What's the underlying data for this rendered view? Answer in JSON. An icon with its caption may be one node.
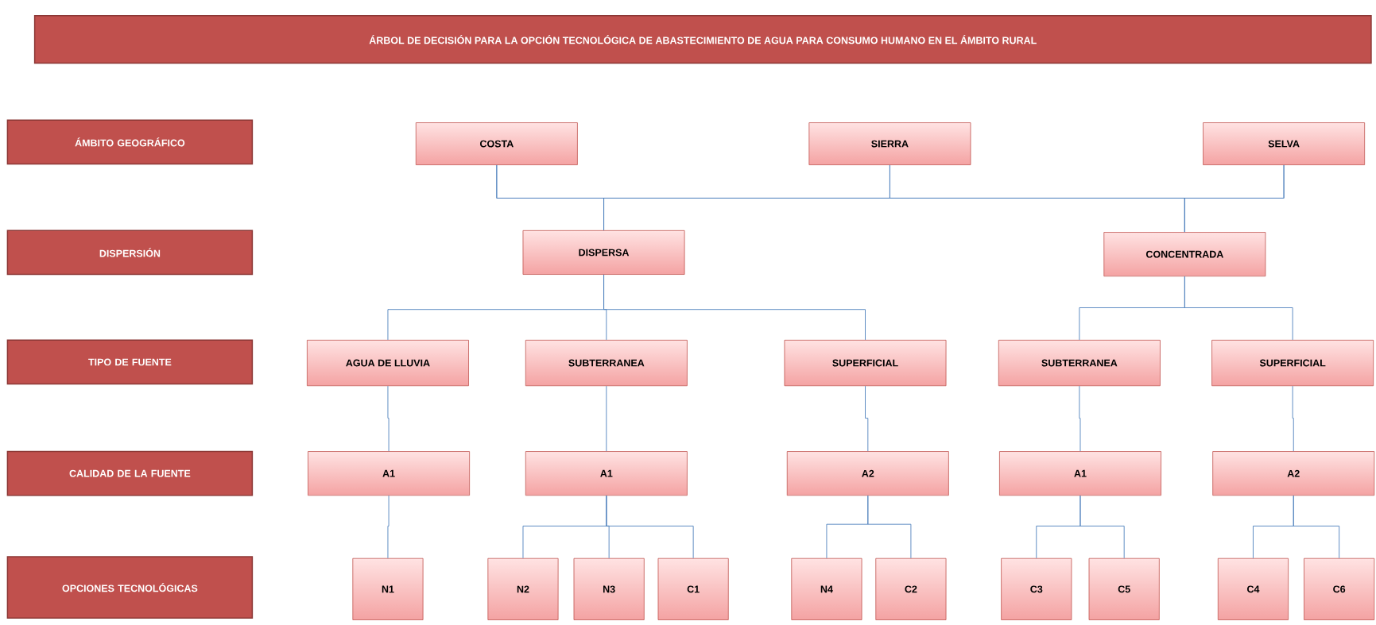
{
  "diagram": {
    "title": "ÁRBOL DE DECISIÓN PARA LA OPCIÓN TECNOLÓGICA DE ABASTECIMIENTO DE AGUA PARA CONSUMO HUMANO EN EL ÁMBITO RURAL",
    "nodes": [
      {
        "text": [
          "ÁMBITO GEOGRÁFICO"
        ]
      },
      {
        "text": [
          "DISPERSIÓN"
        ]
      },
      {
        "text": [
          "TIPO DE FUENTE"
        ]
      },
      {
        "text": [
          "CALIDAD DE LA FUENTE"
        ]
      },
      {
        "text": [
          "OPCIONES TECNOLÓGICAS"
        ]
      },
      {
        "text": [
          "COSTA"
        ]
      },
      {
        "text": [
          "SIERRA"
        ]
      },
      {
        "text": [
          "SELVA"
        ]
      },
      {
        "text": [
          "DISPERSA"
        ]
      },
      {
        "text": [
          "CONCENTRADA"
        ]
      },
      {
        "text": [
          "AGUA DE LLUVIA"
        ]
      },
      {
        "text": [
          "SUBTERRANEA"
        ]
      },
      {
        "text": [
          "SUPERFICIAL"
        ]
      },
      {
        "text": [
          "SUBTERRANEA"
        ]
      },
      {
        "text": [
          "SUPERFICIAL"
        ]
      },
      {
        "text": [
          "A1"
        ]
      },
      {
        "text": [
          "A1"
        ]
      },
      {
        "text": [
          "A2"
        ]
      },
      {
        "text": [
          "A1"
        ]
      },
      {
        "text": [
          "A2"
        ]
      },
      {
        "text": [
          "N1"
        ]
      },
      {
        "text": [
          "N2"
        ]
      },
      {
        "text": [
          "N3"
        ]
      },
      {
        "text": [
          "C1"
        ]
      },
      {
        "text": [
          "N4"
        ]
      },
      {
        "text": [
          "C2"
        ]
      },
      {
        "text": [
          "C3"
        ]
      },
      {
        "text": [
          "C5"
        ]
      },
      {
        "text": [
          "C4"
        ]
      },
      {
        "text": [
          "C6"
        ]
      }
    ],
    "edges": [
      {
        "from": 5,
        "to": 8,
        "arrow": "none"
      },
      {
        "from": 6,
        "to": 8,
        "arrow": "none"
      },
      {
        "from": 7,
        "to": 8,
        "arrow": "none"
      },
      {
        "from": 5,
        "to": 9,
        "arrow": "none"
      },
      {
        "from": 6,
        "to": 9,
        "arrow": "none"
      },
      {
        "from": 7,
        "to": 9,
        "arrow": "none"
      },
      {
        "from": 8,
        "to": 10,
        "arrow": "none"
      },
      {
        "from": 8,
        "to": 11,
        "arrow": "none"
      },
      {
        "from": 8,
        "to": 12,
        "arrow": "none"
      },
      {
        "from": 9,
        "to": 13,
        "arrow": "none"
      },
      {
        "from": 9,
        "to": 14,
        "arrow": "none"
      },
      {
        "from": 10,
        "to": 15,
        "arrow": "none"
      },
      {
        "from": 11,
        "to": 16,
        "arrow": "none"
      },
      {
        "from": 12,
        "to": 17,
        "arrow": "none"
      },
      {
        "from": 13,
        "to": 18,
        "arrow": "none"
      },
      {
        "from": 14,
        "to": 19,
        "arrow": "none"
      },
      {
        "from": 15,
        "to": 20,
        "arrow": "none"
      },
      {
        "from": 16,
        "to": 21,
        "arrow": "none"
      },
      {
        "from": 16,
        "to": 22,
        "arrow": "none"
      },
      {
        "from": 16,
        "to": 23,
        "arrow": "none"
      },
      {
        "from": 17,
        "to": 24,
        "arrow": "none"
      },
      {
        "from": 17,
        "to": 25,
        "arrow": "none"
      },
      {
        "from": 18,
        "to": 26,
        "arrow": "none"
      },
      {
        "from": 18,
        "to": 27,
        "arrow": "none"
      },
      {
        "from": 19,
        "to": 28,
        "arrow": "none"
      },
      {
        "from": 19,
        "to": 29,
        "arrow": "none"
      }
    ]
  }
}
